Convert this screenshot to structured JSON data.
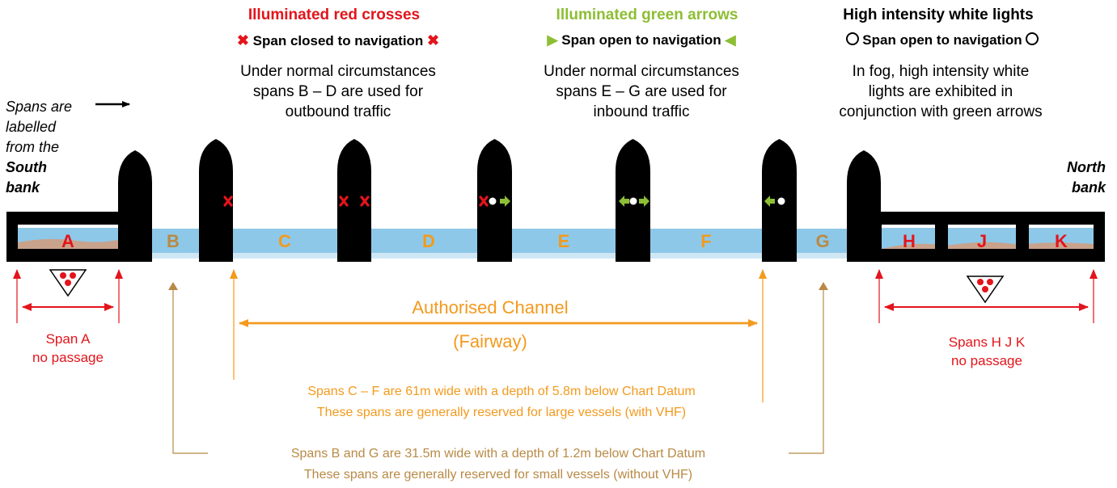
{
  "legend": {
    "red": {
      "heading": "Illuminated red crosses",
      "status": "Span closed to navigation",
      "desc": [
        "Under normal circumstances",
        "spans B – D are used for",
        "outbound traffic"
      ]
    },
    "green": {
      "heading": "Illuminated green arrows",
      "status": "Span open to navigation",
      "desc": [
        "Under normal circumstances",
        "spans E – G are used for",
        "inbound traffic"
      ]
    },
    "white": {
      "heading": "High intensity white lights",
      "status": "Span open to navigation",
      "desc": [
        "In fog, high intensity white",
        "lights are exhibited in",
        "conjunction with green arrows"
      ]
    }
  },
  "south": {
    "note": [
      "Spans are",
      "labelled",
      "from the"
    ],
    "bank": [
      "South",
      "bank"
    ]
  },
  "north": {
    "bank": [
      "North",
      "bank"
    ]
  },
  "spans": [
    "A",
    "B",
    "C",
    "D",
    "E",
    "F",
    "G",
    "H",
    "J",
    "K"
  ],
  "annotations": {
    "span_a": [
      "Span A",
      "no passage"
    ],
    "spans_hjk": [
      "Spans H J K",
      "no passage"
    ],
    "channel": [
      "Authorised Channel",
      "(Fairway)"
    ],
    "large_vessels": [
      "Spans C – F are 61m wide with a depth of 5.8m below Chart Datum",
      "These spans are generally reserved for large vessels (with VHF)"
    ],
    "small_vessels": [
      "Spans B and G are 31.5m wide with a depth of 1.2m below Chart Datum",
      "These spans are generally reserved for small vessels (without VHF)"
    ]
  },
  "colors": {
    "red": "#e3141b",
    "green": "#8dbe34",
    "orange": "#f39a1e",
    "tan": "#b88a45",
    "water": "#8ec8e8",
    "black": "#000000"
  }
}
